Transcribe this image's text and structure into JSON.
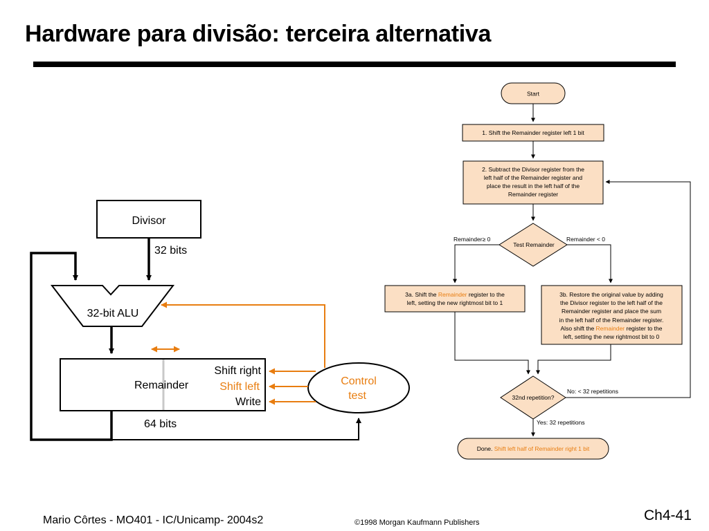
{
  "title": "Hardware para divisão: terceira alternativa",
  "footer": {
    "author": "Mario Côrtes - MO401 - IC/Unicamp- 2004s2",
    "copyright": "©1998 Morgan Kaufmann Publishers",
    "slide": "Ch4-41"
  },
  "hardware": {
    "divisor": "Divisor",
    "divisor_bits": "32 bits",
    "alu": "32-bit ALU",
    "remainder": "Remainder",
    "remainder_bits": "64 bits",
    "shift_right": "Shift right",
    "shift_left": "Shift left",
    "write": "Write",
    "control_line1": "Control",
    "control_line2": "test"
  },
  "flowchart": {
    "start": "Start",
    "step1": "1. Shift the Remainder register left 1 bit",
    "step2": [
      "2. Subtract the Divisor register from the",
      "left half of the Remainder register and",
      "place the result in the left half of the",
      "Remainder register"
    ],
    "test": "Test Remainder",
    "branch_ge": "Remainder≥  0",
    "branch_lt": "Remainder < 0",
    "step3a_prefix": "3a. Shift the ",
    "step3a_highlight": "Remainder",
    "step3a_suffix": " register to the",
    "step3a_line2": "left, setting the new rightmost bit to 1",
    "step3b": [
      "3b. Restore the original value by adding",
      "the Divisor register to the left half of the",
      "Remainder register and place the sum",
      "in the left half of the Remainder register."
    ],
    "step3b_l5_prefix": "Also shift the ",
    "step3b_l5_highlight": "Remainder",
    "step3b_l5_suffix": " register to the",
    "step3b_line6": "left, setting the new rightmost bit to 0",
    "repetition": "32nd repetition?",
    "no_label": "No:  < 32 repetitions",
    "yes_label": "Yes:  32 repetitions",
    "done_prefix": "Done. ",
    "done_highlight": "Shift left half of Remainder right 1 bit"
  },
  "colors": {
    "box_fill": "#fbdfc4",
    "accent": "#e87d10"
  }
}
